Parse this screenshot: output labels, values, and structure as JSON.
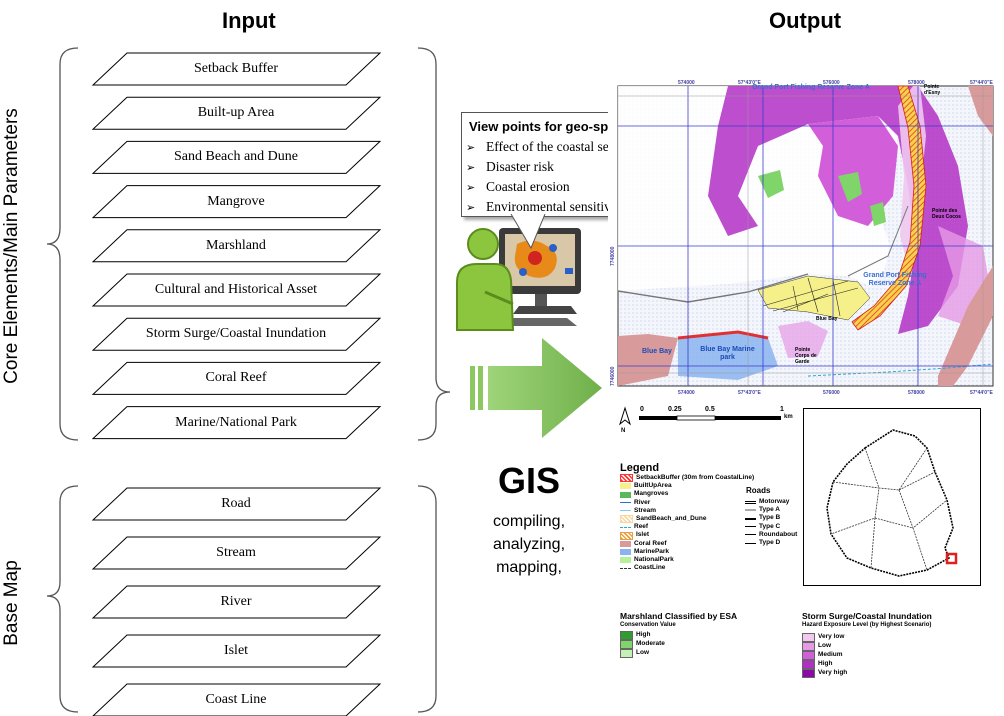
{
  "headers": {
    "input": "Input",
    "output": "Output"
  },
  "groups": {
    "core": "Core Elements/Main  Parameters",
    "base": "Base Map"
  },
  "core_layers": [
    "Setback Buffer",
    "Built-up Area",
    "Sand Beach and Dune",
    "Mangrove",
    "Marshland",
    "Cultural and Historical Asset",
    "Storm Surge/Coastal Inundation",
    "Coral Reef",
    "Marine/National  Park"
  ],
  "base_layers": [
    "Road",
    "Stream",
    "River",
    "Islet",
    "Coast Line"
  ],
  "callout": {
    "title": "View points for geo-spatial approach",
    "items": [
      "Effect of the coastal setback restriction",
      "Disaster risk",
      "Coastal erosion",
      "Environmental sensitivity"
    ]
  },
  "gis": {
    "title": "GIS",
    "steps": [
      "compiling,",
      "analyzing,",
      "mapping,"
    ]
  },
  "map": {
    "top_coords": [
      "574000",
      "57°43'0\"E",
      "576000",
      "578000",
      "57°44'0\"E"
    ],
    "bottom_coords": [
      "574000",
      "57°43'0\"E",
      "576000",
      "578000",
      "57°44'0\"E"
    ],
    "left_coords": [
      "7748000",
      "7746000"
    ],
    "labels": {
      "grand_port_top": "Grand Port Fishing Reserve Zone A",
      "grand_port_right": "Grand Port Fishing Reserve Zone A",
      "pointe_esny": "Pointe d'Esny",
      "pointe_deux_cocos": "Pointe des Deux Cocos",
      "blue_bay": "Blue Bay",
      "blue_bay_park": "Blue Bay Marine park",
      "pointe_corps": "Pointe Corps de Garde",
      "blue_bay_town": "Blue Bay"
    },
    "scale": {
      "ticks": [
        "0",
        "0.25",
        "0.5",
        "1"
      ],
      "unit": "km"
    },
    "north": "N"
  },
  "legend": {
    "title": "Legend",
    "items": [
      {
        "label": "SetbackBuffer (30m from CoastalLine)",
        "color": "#ff3333",
        "kind": "hatch"
      },
      {
        "label": "BuiltUpArea",
        "color": "#f5f08a",
        "kind": "fill"
      },
      {
        "label": "Mangroves",
        "color": "#5cb85c",
        "kind": "fill"
      },
      {
        "label": "River",
        "color": "#2a6fd6",
        "kind": "line"
      },
      {
        "label": "Stream",
        "color": "#88c8f0",
        "kind": "line"
      },
      {
        "label": "SandBeach_and_Dune",
        "color": "#f7d8a0",
        "kind": "hatch"
      },
      {
        "label": "Reef",
        "color": "#2aa8d8",
        "kind": "dash"
      },
      {
        "label": "Islet",
        "color": "#e8a040",
        "kind": "hatch"
      },
      {
        "label": "Coral Reef",
        "color": "#d89a9a",
        "kind": "fill"
      },
      {
        "label": "MarinePark",
        "color": "#8ab4ef",
        "kind": "fill"
      },
      {
        "label": "NationalPark",
        "color": "#b6f09a",
        "kind": "fill"
      },
      {
        "label": "CoastLine",
        "color": "#333333",
        "kind": "dash"
      }
    ],
    "roads_title": "Roads",
    "roads": [
      "Motorway",
      "Type A",
      "Type B",
      "Type C",
      "Roundabout",
      "Type D"
    ],
    "marsh_title": "Marshland Classified by ESA",
    "marsh_sub": "Conservation Value",
    "marsh": [
      {
        "label": "High",
        "color": "#2e9e2e"
      },
      {
        "label": "Moderate",
        "color": "#7fd46a"
      },
      {
        "label": "Low",
        "color": "#c6f0b6"
      }
    ],
    "storm_title": "Storm Surge/Coastal Inundation",
    "storm_sub": "Hazard Exposure Level (by Highest Scenario)",
    "storm": [
      {
        "label": "Very low",
        "color": "#f0c8f0"
      },
      {
        "label": "Low",
        "color": "#e69ae6"
      },
      {
        "label": "Medium",
        "color": "#d35ed9"
      },
      {
        "label": "High",
        "color": "#b22fc4"
      },
      {
        "label": "Very high",
        "color": "#8a0aa8"
      }
    ]
  }
}
